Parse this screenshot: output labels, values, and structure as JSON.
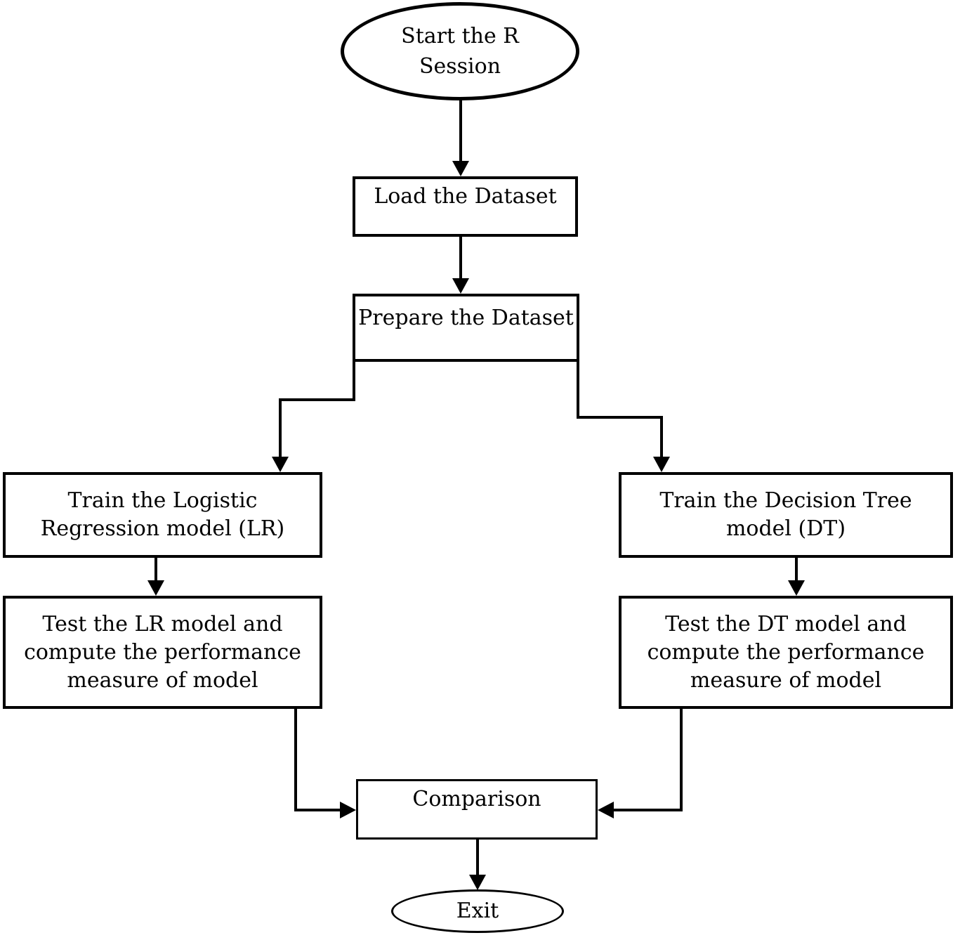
{
  "diagram": {
    "kind": "flowchart",
    "colors": {
      "stroke": "#000000",
      "background": "#ffffff",
      "text": "#000000"
    }
  },
  "nodes": {
    "start": {
      "shape": "ellipse",
      "lines": [
        "Start the R",
        "Session"
      ]
    },
    "load": {
      "shape": "rectangle",
      "lines": [
        "Load the Dataset"
      ]
    },
    "prepare": {
      "shape": "rectangle",
      "lines": [
        "Prepare the Dataset"
      ]
    },
    "train_lr": {
      "shape": "rectangle",
      "lines": [
        "Train the Logistic",
        "Regression model (LR)"
      ]
    },
    "train_dt": {
      "shape": "rectangle",
      "lines": [
        "Train the Decision Tree",
        "model (DT)"
      ]
    },
    "test_lr": {
      "shape": "rectangle",
      "lines": [
        "Test the LR model and",
        "compute the performance",
        "measure of model"
      ]
    },
    "test_dt": {
      "shape": "rectangle",
      "lines": [
        "Test the DT model and",
        "compute the performance",
        "measure of model"
      ]
    },
    "comparison": {
      "shape": "rectangle",
      "lines": [
        "Comparison"
      ]
    },
    "exit": {
      "shape": "ellipse",
      "lines": [
        "Exit"
      ]
    }
  },
  "edges": [
    {
      "from": "start",
      "to": "load"
    },
    {
      "from": "load",
      "to": "prepare"
    },
    {
      "from": "prepare",
      "to": "train_lr"
    },
    {
      "from": "prepare",
      "to": "train_dt"
    },
    {
      "from": "train_lr",
      "to": "test_lr"
    },
    {
      "from": "train_dt",
      "to": "test_dt"
    },
    {
      "from": "test_lr",
      "to": "comparison"
    },
    {
      "from": "test_dt",
      "to": "comparison"
    },
    {
      "from": "comparison",
      "to": "exit"
    }
  ]
}
